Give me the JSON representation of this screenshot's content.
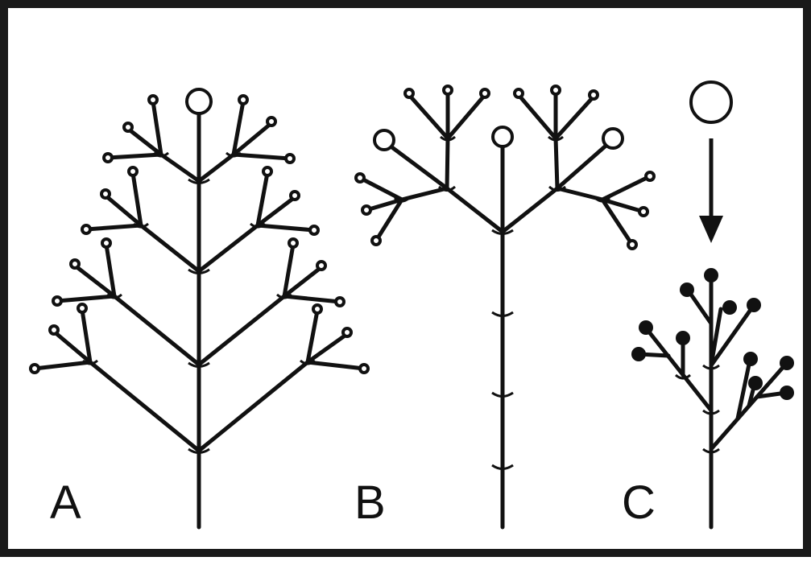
{
  "panels": [
    {
      "label": "A"
    },
    {
      "label": "B"
    },
    {
      "label": "C"
    }
  ],
  "colors": {
    "stroke": "#111111",
    "fill_open": "#ffffff",
    "fill_solid": "#111111"
  }
}
